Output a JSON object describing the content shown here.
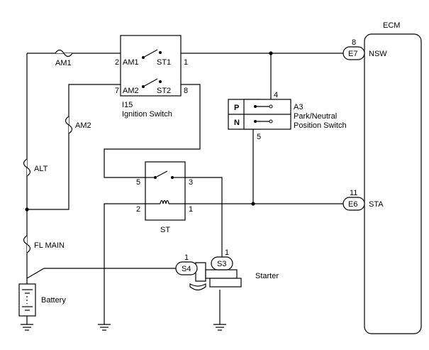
{
  "ecm": {
    "label": "ECM",
    "pins": [
      {
        "num": "8",
        "connector": "E7",
        "name": "NSW"
      },
      {
        "num": "11",
        "connector": "E6",
        "name": "STA"
      }
    ]
  },
  "ignition_switch": {
    "ref": "I15",
    "label": "Ignition Switch",
    "terminals": [
      {
        "num": "2",
        "name": "AM1"
      },
      {
        "num": "1",
        "name": "ST1"
      },
      {
        "num": "7",
        "name": "AM2"
      },
      {
        "num": "8",
        "name": "ST2"
      }
    ]
  },
  "park_neutral_switch": {
    "ref": "A3",
    "label_line1": "Park/Neutral",
    "label_line2": "Position Switch",
    "positions": [
      "P",
      "N"
    ],
    "pins": [
      "4",
      "5"
    ]
  },
  "st_relay": {
    "label": "ST",
    "pins": [
      "5",
      "3",
      "2",
      "1"
    ]
  },
  "fuses": [
    "AM1",
    "AM2",
    "ALT",
    "FL MAIN"
  ],
  "starter": {
    "label": "Starter",
    "connectors": [
      {
        "num": "1",
        "name": "S4"
      },
      {
        "num": "1",
        "name": "S3"
      }
    ]
  },
  "battery": {
    "label": "Battery"
  }
}
